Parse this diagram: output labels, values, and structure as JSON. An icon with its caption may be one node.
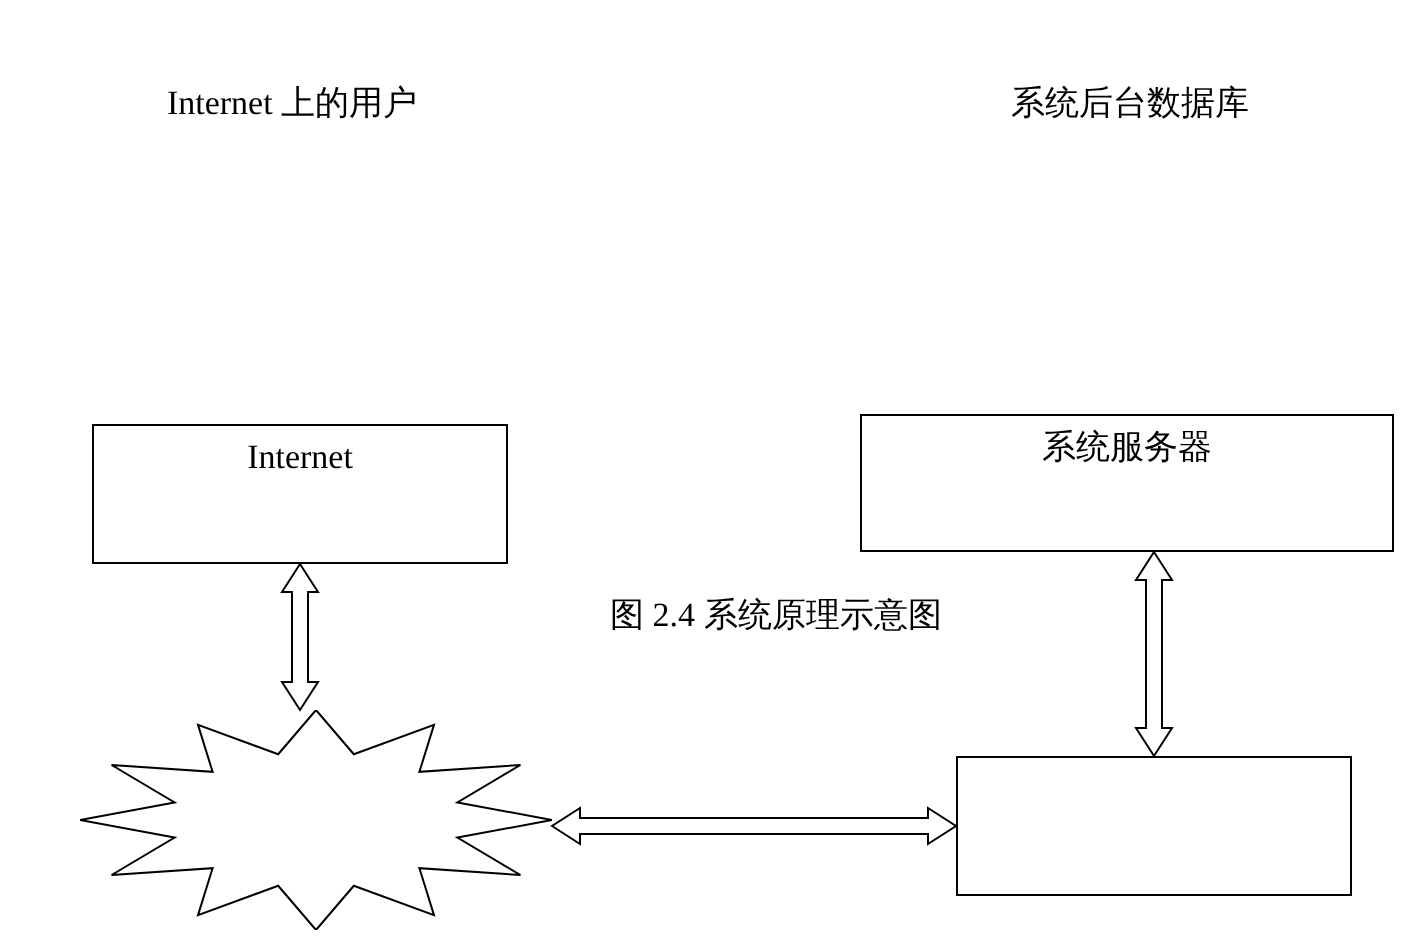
{
  "diagram": {
    "caption": "图 2.4 系统原理示意图",
    "nodes": [
      {
        "text": [
          "Internet 上的用户"
        ]
      },
      {
        "text": [
          "系统后台数据库"
        ]
      },
      {
        "text": [
          "Internet"
        ]
      },
      {
        "text": [
          "系统服务器"
        ]
      },
      {
        "text": [],
        "shape": "star"
      },
      {
        "text": [],
        "shape": "box"
      }
    ],
    "edges": [
      {
        "from": 2,
        "to": 4,
        "arrow": "both"
      },
      {
        "from": 4,
        "to": 5,
        "arrow": "both"
      },
      {
        "from": 3,
        "to": 5,
        "arrow": "both"
      }
    ]
  }
}
